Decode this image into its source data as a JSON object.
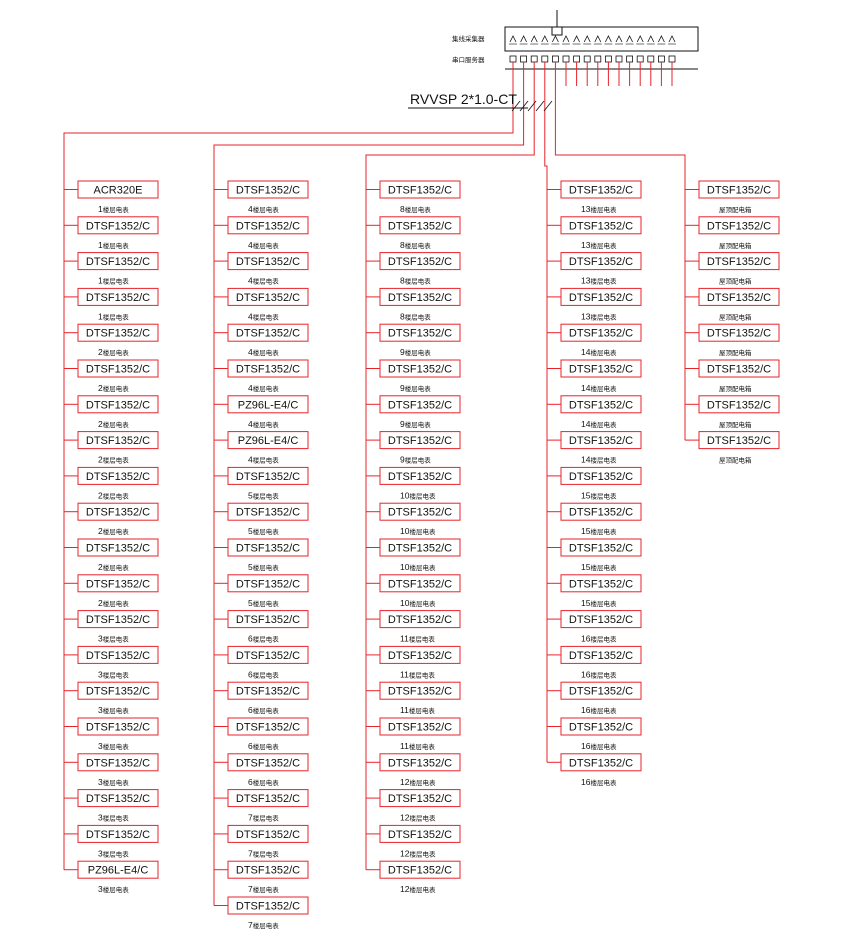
{
  "header": {
    "label_top": "集线采集器",
    "label_bottom": "串口服务器",
    "cable_spec": "RVVSP 2*1.0-CT"
  },
  "columns": [
    {
      "meters": [
        {
          "model": "ACR320E",
          "floor": "1",
          "note": "楼层电表"
        },
        {
          "model": "DTSF1352/C",
          "floor": "1",
          "note": "楼层电表"
        },
        {
          "model": "DTSF1352/C",
          "floor": "1",
          "note": "楼层电表"
        },
        {
          "model": "DTSF1352/C",
          "floor": "1",
          "note": "楼层电表"
        },
        {
          "model": "DTSF1352/C",
          "floor": "2",
          "note": "楼层电表"
        },
        {
          "model": "DTSF1352/C",
          "floor": "2",
          "note": "楼层电表"
        },
        {
          "model": "DTSF1352/C",
          "floor": "2",
          "note": "楼层电表"
        },
        {
          "model": "DTSF1352/C",
          "floor": "2",
          "note": "楼层电表"
        },
        {
          "model": "DTSF1352/C",
          "floor": "2",
          "note": "楼层电表"
        },
        {
          "model": "DTSF1352/C",
          "floor": "2",
          "note": "楼层电表"
        },
        {
          "model": "DTSF1352/C",
          "floor": "2",
          "note": "楼层电表"
        },
        {
          "model": "DTSF1352/C",
          "floor": "2",
          "note": "楼层电表"
        },
        {
          "model": "DTSF1352/C",
          "floor": "3",
          "note": "楼层电表"
        },
        {
          "model": "DTSF1352/C",
          "floor": "3",
          "note": "楼层电表"
        },
        {
          "model": "DTSF1352/C",
          "floor": "3",
          "note": "楼层电表"
        },
        {
          "model": "DTSF1352/C",
          "floor": "3",
          "note": "楼层电表"
        },
        {
          "model": "DTSF1352/C",
          "floor": "3",
          "note": "楼层电表"
        },
        {
          "model": "DTSF1352/C",
          "floor": "3",
          "note": "楼层电表"
        },
        {
          "model": "DTSF1352/C",
          "floor": "3",
          "note": "楼层电表"
        },
        {
          "model": "PZ96L-E4/C",
          "floor": "3",
          "note": "楼层电表"
        }
      ]
    },
    {
      "meters": [
        {
          "model": "DTSF1352/C",
          "floor": "4",
          "note": "楼层电表"
        },
        {
          "model": "DTSF1352/C",
          "floor": "4",
          "note": "楼层电表"
        },
        {
          "model": "DTSF1352/C",
          "floor": "4",
          "note": "楼层电表"
        },
        {
          "model": "DTSF1352/C",
          "floor": "4",
          "note": "楼层电表"
        },
        {
          "model": "DTSF1352/C",
          "floor": "4",
          "note": "楼层电表"
        },
        {
          "model": "DTSF1352/C",
          "floor": "4",
          "note": "楼层电表"
        },
        {
          "model": "PZ96L-E4/C",
          "floor": "4",
          "note": "楼层电表"
        },
        {
          "model": "PZ96L-E4/C",
          "floor": "4",
          "note": "楼层电表"
        },
        {
          "model": "DTSF1352/C",
          "floor": "5",
          "note": "楼层电表"
        },
        {
          "model": "DTSF1352/C",
          "floor": "5",
          "note": "楼层电表"
        },
        {
          "model": "DTSF1352/C",
          "floor": "5",
          "note": "楼层电表"
        },
        {
          "model": "DTSF1352/C",
          "floor": "5",
          "note": "楼层电表"
        },
        {
          "model": "DTSF1352/C",
          "floor": "6",
          "note": "楼层电表"
        },
        {
          "model": "DTSF1352/C",
          "floor": "6",
          "note": "楼层电表"
        },
        {
          "model": "DTSF1352/C",
          "floor": "6",
          "note": "楼层电表"
        },
        {
          "model": "DTSF1352/C",
          "floor": "6",
          "note": "楼层电表"
        },
        {
          "model": "DTSF1352/C",
          "floor": "6",
          "note": "楼层电表"
        },
        {
          "model": "DTSF1352/C",
          "floor": "7",
          "note": "楼层电表"
        },
        {
          "model": "DTSF1352/C",
          "floor": "7",
          "note": "楼层电表"
        },
        {
          "model": "DTSF1352/C",
          "floor": "7",
          "note": "楼层电表"
        },
        {
          "model": "DTSF1352/C",
          "floor": "7",
          "note": "楼层电表"
        }
      ]
    },
    {
      "meters": [
        {
          "model": "DTSF1352/C",
          "floor": "8",
          "note": "楼层电表"
        },
        {
          "model": "DTSF1352/C",
          "floor": "8",
          "note": "楼层电表"
        },
        {
          "model": "DTSF1352/C",
          "floor": "8",
          "note": "楼层电表"
        },
        {
          "model": "DTSF1352/C",
          "floor": "8",
          "note": "楼层电表"
        },
        {
          "model": "DTSF1352/C",
          "floor": "9",
          "note": "楼层电表"
        },
        {
          "model": "DTSF1352/C",
          "floor": "9",
          "note": "楼层电表"
        },
        {
          "model": "DTSF1352/C",
          "floor": "9",
          "note": "楼层电表"
        },
        {
          "model": "DTSF1352/C",
          "floor": "9",
          "note": "楼层电表"
        },
        {
          "model": "DTSF1352/C",
          "floor": "10",
          "note": "楼层电表"
        },
        {
          "model": "DTSF1352/C",
          "floor": "10",
          "note": "楼层电表"
        },
        {
          "model": "DTSF1352/C",
          "floor": "10",
          "note": "楼层电表"
        },
        {
          "model": "DTSF1352/C",
          "floor": "10",
          "note": "楼层电表"
        },
        {
          "model": "DTSF1352/C",
          "floor": "11",
          "note": "楼层电表"
        },
        {
          "model": "DTSF1352/C",
          "floor": "11",
          "note": "楼层电表"
        },
        {
          "model": "DTSF1352/C",
          "floor": "11",
          "note": "楼层电表"
        },
        {
          "model": "DTSF1352/C",
          "floor": "11",
          "note": "楼层电表"
        },
        {
          "model": "DTSF1352/C",
          "floor": "12",
          "note": "楼层电表"
        },
        {
          "model": "DTSF1352/C",
          "floor": "12",
          "note": "楼层电表"
        },
        {
          "model": "DTSF1352/C",
          "floor": "12",
          "note": "楼层电表"
        },
        {
          "model": "DTSF1352/C",
          "floor": "12",
          "note": "楼层电表"
        }
      ]
    },
    {
      "meters": [
        {
          "model": "DTSF1352/C",
          "floor": "13",
          "note": "楼层电表"
        },
        {
          "model": "DTSF1352/C",
          "floor": "13",
          "note": "楼层电表"
        },
        {
          "model": "DTSF1352/C",
          "floor": "13",
          "note": "楼层电表"
        },
        {
          "model": "DTSF1352/C",
          "floor": "13",
          "note": "楼层电表"
        },
        {
          "model": "DTSF1352/C",
          "floor": "14",
          "note": "楼层电表"
        },
        {
          "model": "DTSF1352/C",
          "floor": "14",
          "note": "楼层电表"
        },
        {
          "model": "DTSF1352/C",
          "floor": "14",
          "note": "楼层电表"
        },
        {
          "model": "DTSF1352/C",
          "floor": "14",
          "note": "楼层电表"
        },
        {
          "model": "DTSF1352/C",
          "floor": "15",
          "note": "楼层电表"
        },
        {
          "model": "DTSF1352/C",
          "floor": "15",
          "note": "楼层电表"
        },
        {
          "model": "DTSF1352/C",
          "floor": "15",
          "note": "楼层电表"
        },
        {
          "model": "DTSF1352/C",
          "floor": "15",
          "note": "楼层电表"
        },
        {
          "model": "DTSF1352/C",
          "floor": "16",
          "note": "楼层电表"
        },
        {
          "model": "DTSF1352/C",
          "floor": "16",
          "note": "楼层电表"
        },
        {
          "model": "DTSF1352/C",
          "floor": "16",
          "note": "楼层电表"
        },
        {
          "model": "DTSF1352/C",
          "floor": "16",
          "note": "楼层电表"
        },
        {
          "model": "DTSF1352/C",
          "floor": "16",
          "note": "楼层电表"
        }
      ]
    },
    {
      "meters": [
        {
          "model": "DTSF1352/C",
          "floor": "",
          "note": "屋顶配电箱"
        },
        {
          "model": "DTSF1352/C",
          "floor": "",
          "note": "屋顶配电箱"
        },
        {
          "model": "DTSF1352/C",
          "floor": "",
          "note": "屋顶配电箱"
        },
        {
          "model": "DTSF1352/C",
          "floor": "",
          "note": "屋顶配电箱"
        },
        {
          "model": "DTSF1352/C",
          "floor": "",
          "note": "屋顶配电箱"
        },
        {
          "model": "DTSF1352/C",
          "floor": "",
          "note": "屋顶配电箱"
        },
        {
          "model": "DTSF1352/C",
          "floor": "",
          "note": "屋顶配电箱"
        },
        {
          "model": "DTSF1352/C",
          "floor": "",
          "note": "屋顶配电箱"
        }
      ]
    }
  ],
  "colors": {
    "wire": "#e8232a",
    "ink": "#111111"
  }
}
